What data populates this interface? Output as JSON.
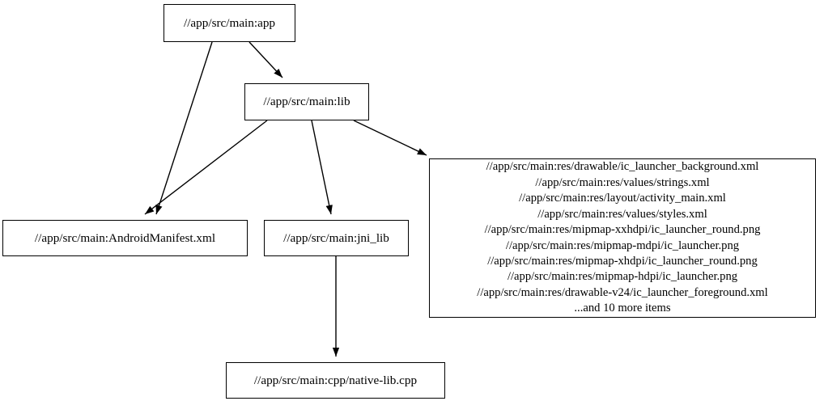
{
  "graph": {
    "type": "directed-dependency-graph",
    "background_color": "#ffffff",
    "edge_color": "#000000",
    "node_border_color": "#000000",
    "node_fill_color": "#ffffff",
    "nodes": [
      {
        "id": "app",
        "label": "//app/src/main:app"
      },
      {
        "id": "lib",
        "label": "//app/src/main:lib"
      },
      {
        "id": "manifest",
        "label": "//app/src/main:AndroidManifest.xml"
      },
      {
        "id": "jni_lib",
        "label": "//app/src/main:jni_lib"
      },
      {
        "id": "native_lib",
        "label": "//app/src/main:cpp/native-lib.cpp"
      },
      {
        "id": "res",
        "lines": [
          "//app/src/main:res/drawable/ic_launcher_background.xml",
          "//app/src/main:res/values/strings.xml",
          "//app/src/main:res/layout/activity_main.xml",
          "//app/src/main:res/values/styles.xml",
          "//app/src/main:res/mipmap-xxhdpi/ic_launcher_round.png",
          "//app/src/main:res/mipmap-mdpi/ic_launcher.png",
          "//app/src/main:res/mipmap-xhdpi/ic_launcher_round.png",
          "//app/src/main:res/mipmap-hdpi/ic_launcher.png",
          "//app/src/main:res/drawable-v24/ic_launcher_foreground.xml",
          "...and 10 more items"
        ]
      }
    ],
    "edges": [
      {
        "from": "app",
        "to": "manifest"
      },
      {
        "from": "app",
        "to": "lib"
      },
      {
        "from": "lib",
        "to": "manifest"
      },
      {
        "from": "lib",
        "to": "jni_lib"
      },
      {
        "from": "lib",
        "to": "res"
      },
      {
        "from": "jni_lib",
        "to": "native_lib"
      }
    ]
  }
}
